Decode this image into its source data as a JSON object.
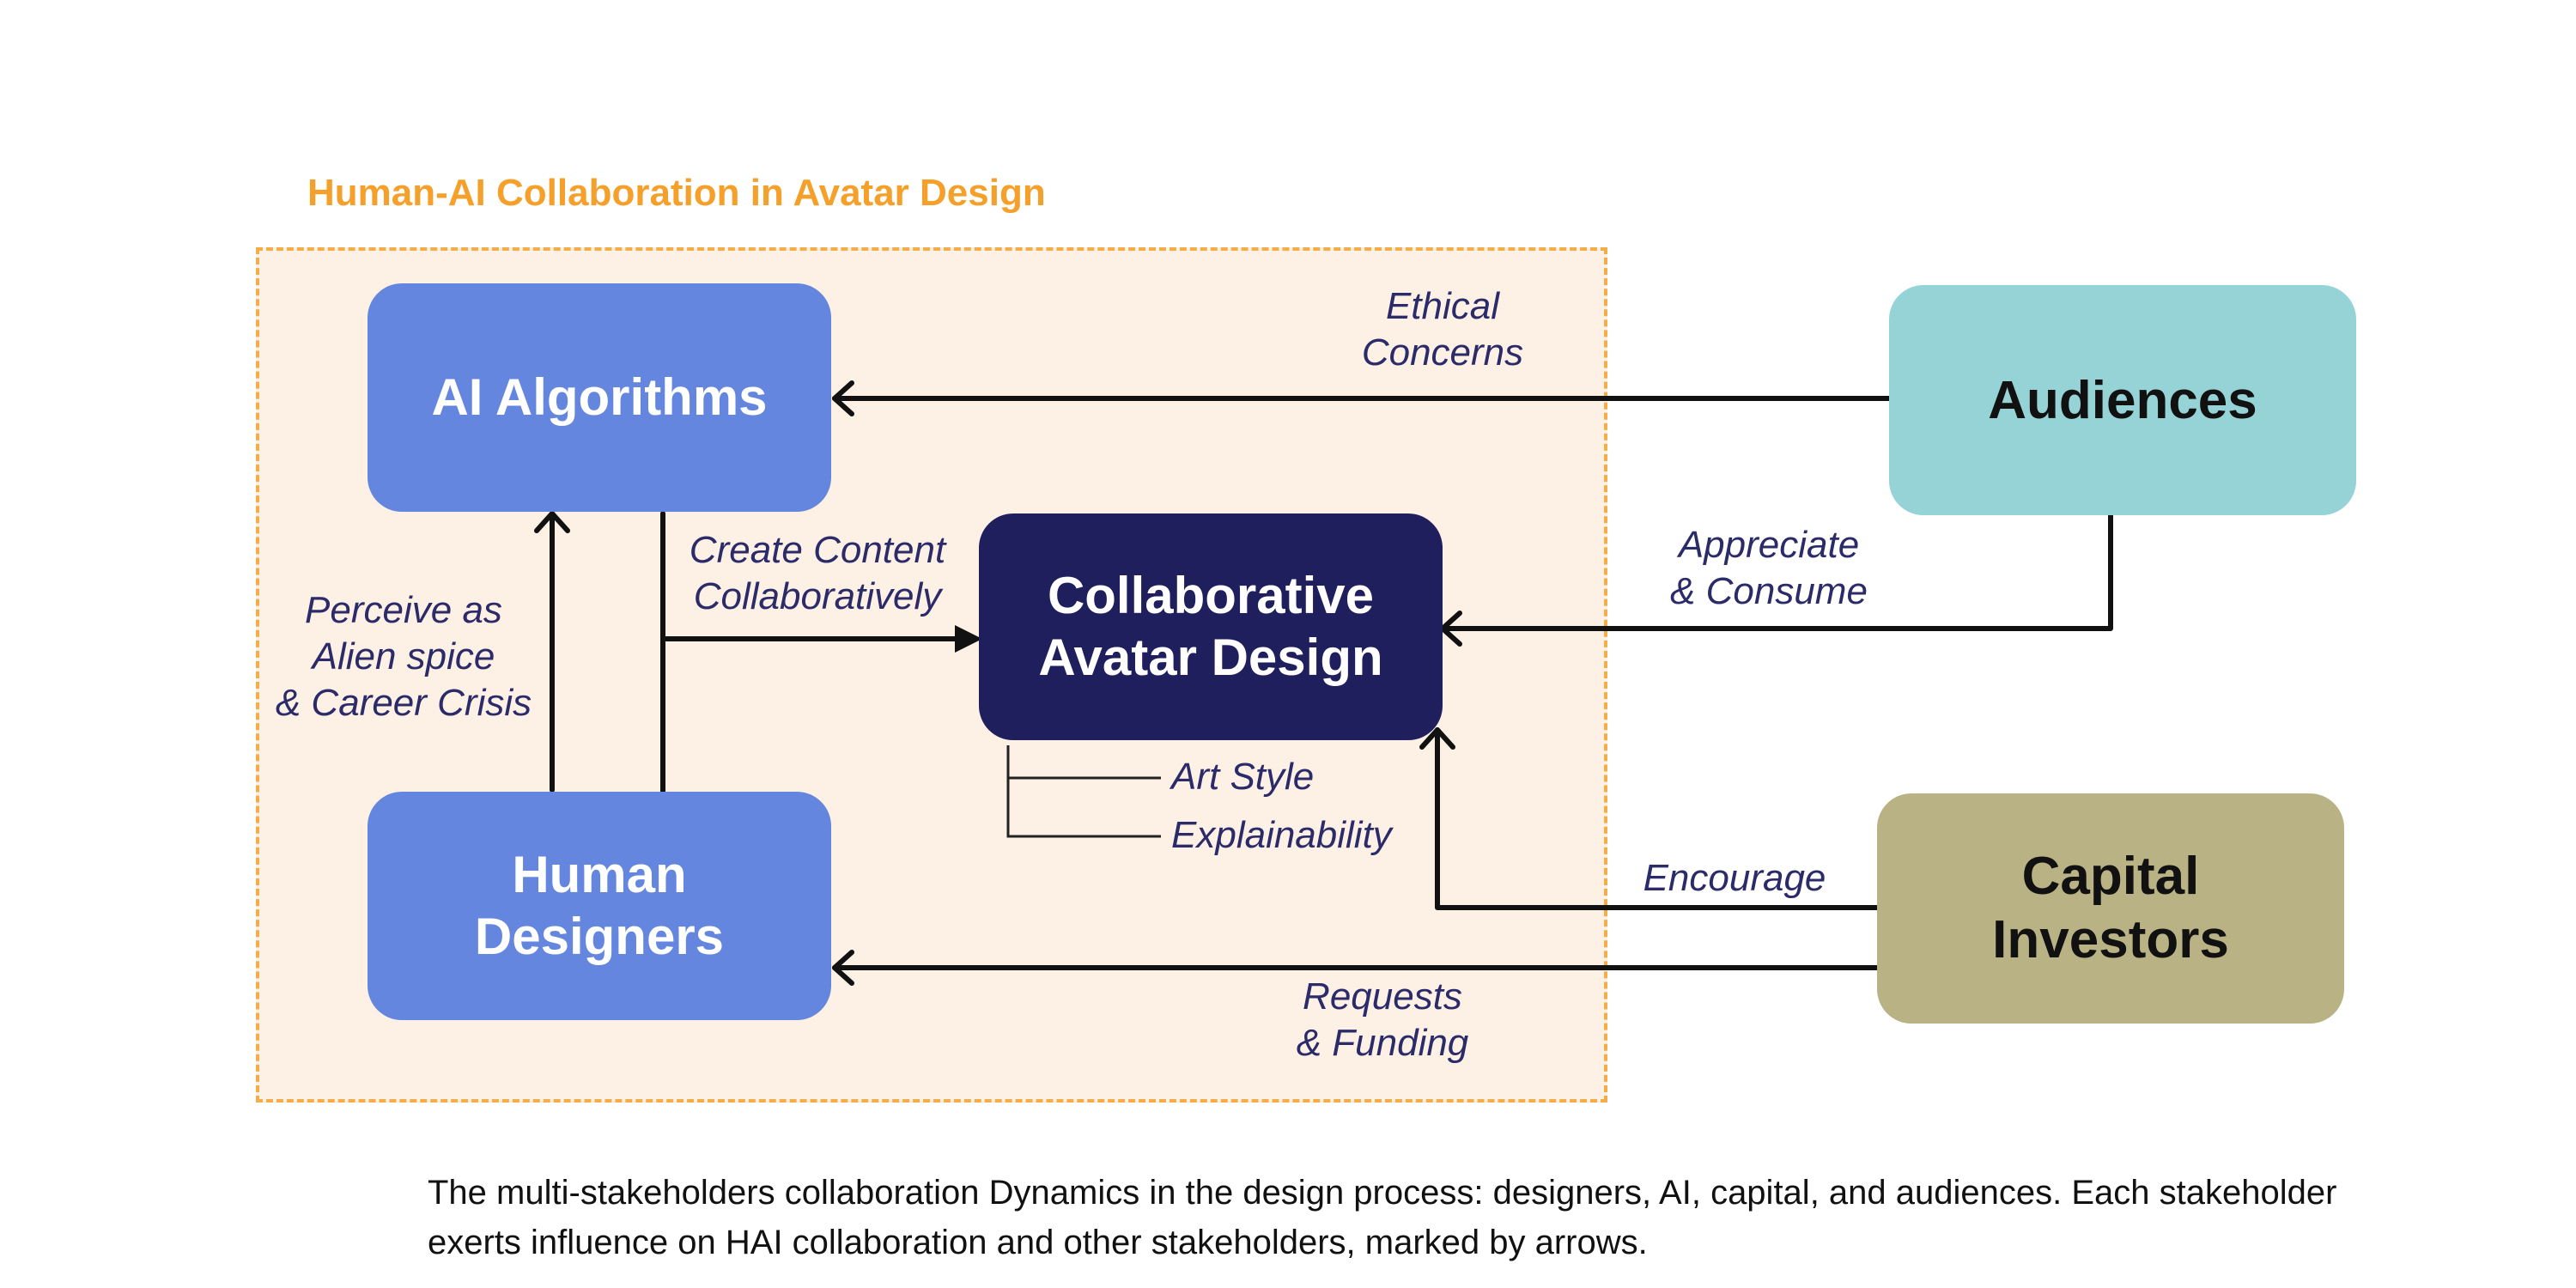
{
  "frame": {
    "title": "Human-AI Collaboration in Avatar Design"
  },
  "nodes": {
    "ai_algorithms": "AI Algorithms",
    "human_designers": "Human\nDesigners",
    "collaborative_design": "Collaborative\nAvatar Design",
    "audiences": "Audiences",
    "capital_investors": "Capital\nInvestors"
  },
  "edges": {
    "ethical_concerns": "Ethical\nConcerns",
    "appreciate_consume": "Appreciate\n& Consume",
    "create_content": "Create Content\nCollaboratively",
    "perceive_alien": "Perceive as\nAlien spice\n& Career Crisis",
    "art_style": "Art Style",
    "explainability": "Explainability",
    "encourage": "Encourage",
    "requests_funding": "Requests\n& Funding"
  },
  "caption": "The multi-stakeholders collaboration Dynamics in the design process: designers, AI, capital, and audiences. Each stakeholder exerts influence on HAI collaboration and other stakeholders, marked by arrows.",
  "colors": {
    "frame_border": "#f5ad49",
    "frame_fill": "#fdf0e4",
    "title": "#f5a02a",
    "blue_node": "#6486de",
    "center_node": "#1f1f5e",
    "audiences_node": "#95d3d6",
    "capital_node": "#b9b285",
    "edge_label": "#2b2b6a"
  }
}
